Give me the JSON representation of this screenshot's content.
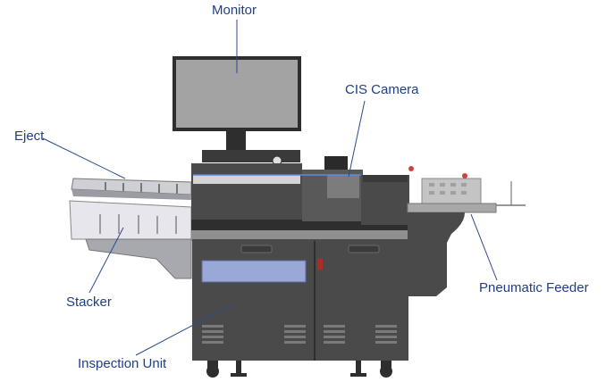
{
  "labels": {
    "monitor": "Monitor",
    "cis_camera": "CIS Camera",
    "eject": "Eject",
    "stacker": "Stacker",
    "inspection_unit": "Inspection Unit",
    "pneumatic_feeder": "Pneumatic Feeder"
  },
  "colors": {
    "label_text": "#1f3f86",
    "leader_line": "#2a4a8e",
    "machine_body": "#4a4a4a",
    "machine_dark": "#2e2e2e",
    "panel_gray": "#9a9a9a",
    "tray_light": "#e6e6ec",
    "window_blue": "#9aa8d8",
    "screen_gray": "#a3a3a3"
  }
}
